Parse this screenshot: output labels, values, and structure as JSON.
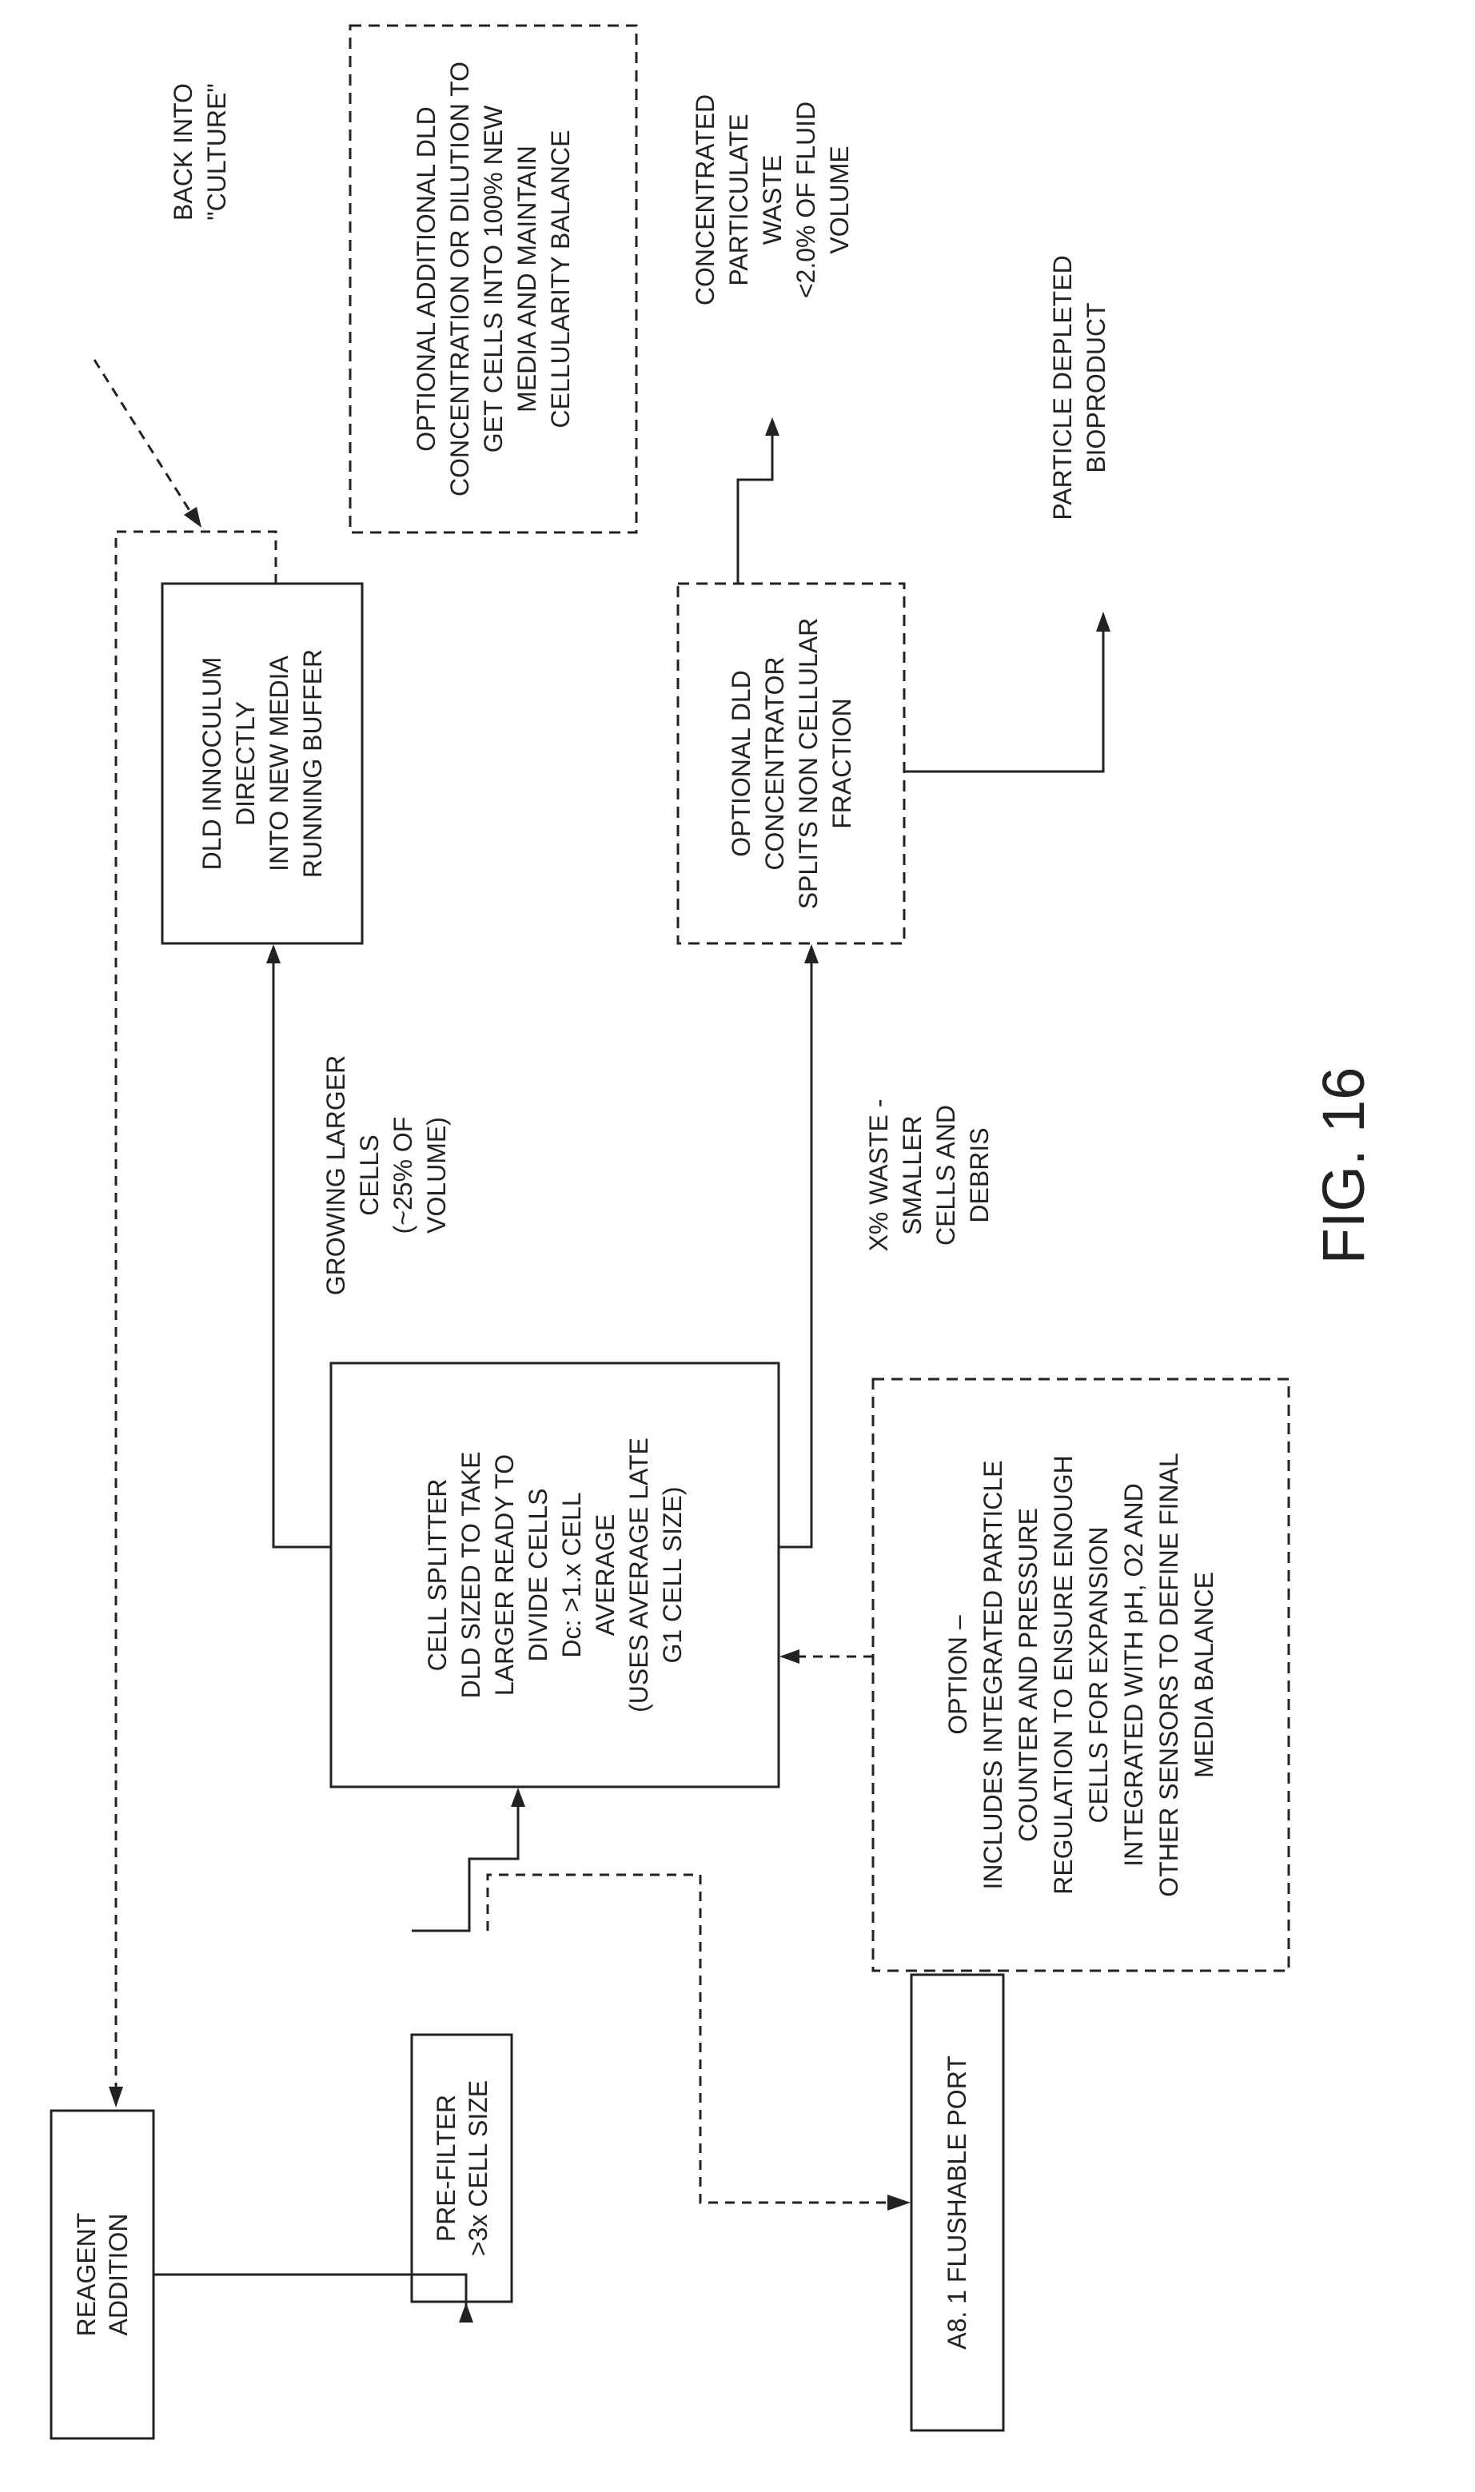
{
  "figure": {
    "label": "FIG. 16"
  },
  "nodes": {
    "reagent_addition": [
      "REAGENT",
      "ADDITION"
    ],
    "pre_filter": [
      "PRE-FILTER",
      ">3x CELL SIZE"
    ],
    "flushable_port": [
      "A8. 1 FLUSHABLE PORT"
    ],
    "cell_splitter": [
      "CELL SPLITTER",
      "DLD SIZED TO TAKE",
      "LARGER READY TO",
      "DIVIDE CELLS",
      "Dc: >1.x CELL",
      "AVERAGE",
      "(USES AVERAGE LATE",
      "G1 CELL SIZE)"
    ],
    "option_sensors": [
      "OPTION –",
      "INCLUDES INTEGRATED PARTICLE",
      "COUNTER AND PRESSURE",
      "REGULATION TO ENSURE ENOUGH",
      "CELLS FOR EXPANSION",
      "INTEGRATED WITH pH, O2 AND",
      "OTHER SENSORS TO DEFINE FINAL",
      "MEDIA BALANCE"
    ],
    "dld_innoculum": [
      "DLD INNOCULUM",
      "DIRECTLY",
      "INTO NEW MEDIA",
      "RUNNING BUFFER"
    ],
    "optional_dilution": [
      "OPTIONAL ADDITIONAL DLD",
      "CONCENTRATION OR DILUTION TO",
      "GET CELLS INTO 100% NEW",
      "MEDIA AND MAINTAIN",
      "CELLULARITY BALANCE"
    ],
    "optional_concentrator": [
      "OPTIONAL DLD",
      "CONCENTRATOR",
      "SPLITS NON CELLULAR",
      "FRACTION"
    ]
  },
  "labels": {
    "back_into_culture": [
      "BACK INTO",
      "\"CULTURE\""
    ],
    "growing_larger_cells": [
      "GROWING LARGER",
      "CELLS",
      "(~25% OF",
      "VOLUME)"
    ],
    "waste_smaller_cells": [
      "X% WASTE -",
      "SMALLER",
      "CELLS AND",
      "DEBRIS"
    ],
    "concentrated_waste": [
      "CONCENTRATED",
      "PARTICULATE",
      "WASTE",
      "<2.0% OF FLUID",
      "VOLUME"
    ],
    "particle_depleted": [
      "PARTICLE DEPLETED",
      "BIOPRODUCT"
    ]
  }
}
